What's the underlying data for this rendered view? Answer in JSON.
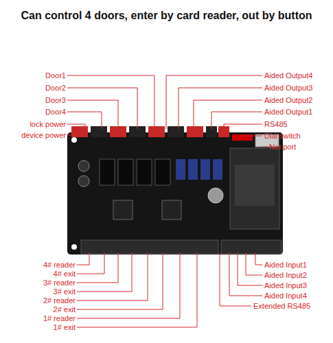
{
  "diagram": {
    "title": "Can control 4 doors, enter by card reader, out by button",
    "labels": [
      "Door1",
      "Door2",
      "Door3",
      "Door4",
      "lock power",
      "device power",
      "Aided Output4",
      "Aided Output3",
      "Aided Output2",
      "Aided Output1",
      "RS485",
      "Dial switch",
      "Net port",
      "4# reader",
      "4# exit",
      "3# reader",
      "3# exit",
      "2# reader",
      "2# exit",
      "1# reader",
      "1# exit",
      "Aided Input1",
      "Aided Input2",
      "Aided Input3",
      "Aided Input4",
      "Extended RS485"
    ]
  }
}
